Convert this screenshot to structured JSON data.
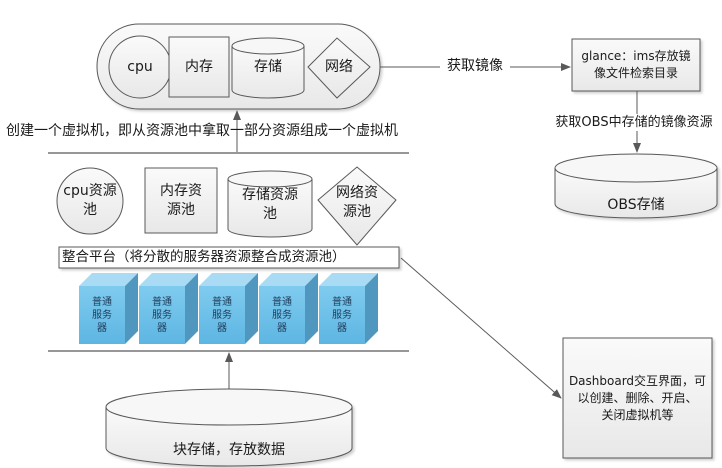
{
  "top_vm": {
    "cpu": "cpu",
    "memory": "内存",
    "storage": "存储",
    "network": "网络"
  },
  "arrow_labels": {
    "get_image": "获取镜像",
    "get_obs_image": "获取OBS中存储的镜像资源",
    "create_vm": "创建一个虚拟机，即从资源池中拿取一部分资源组成一个虚拟机"
  },
  "glance_box": {
    "line1": "glance：ims存放镜",
    "line2": "像文件检索目录"
  },
  "obs_storage": "OBS存储",
  "resource_pools": {
    "cpu": [
      "cpu资源",
      "池"
    ],
    "memory": [
      "内存资",
      "源池"
    ],
    "storage": [
      "存储资源",
      "池"
    ],
    "network": [
      "网络资",
      "源池"
    ]
  },
  "platform_label": "整合平台（将分散的服务器资源整合成资源池）",
  "servers": [
    {
      "lines": [
        "普通",
        "服务",
        "器"
      ]
    },
    {
      "lines": [
        "普通",
        "服务",
        "器"
      ]
    },
    {
      "lines": [
        "普通",
        "服务",
        "器"
      ]
    },
    {
      "lines": [
        "普通",
        "服务",
        "器"
      ]
    },
    {
      "lines": [
        "普通",
        "服务",
        "器"
      ]
    }
  ],
  "block_storage": "块存储，存放数据",
  "dashboard_box": {
    "line1": "Dashboard交互界面，可",
    "line2": "以创建、删除、开启、",
    "line3": "关闭虚拟机等"
  },
  "colors": {
    "stroke": "#595959",
    "shape_fill": "#f2f2f2",
    "server_front": "#6fc3ea",
    "server_top": "#a9dcf4",
    "server_side": "#4f97bf"
  }
}
